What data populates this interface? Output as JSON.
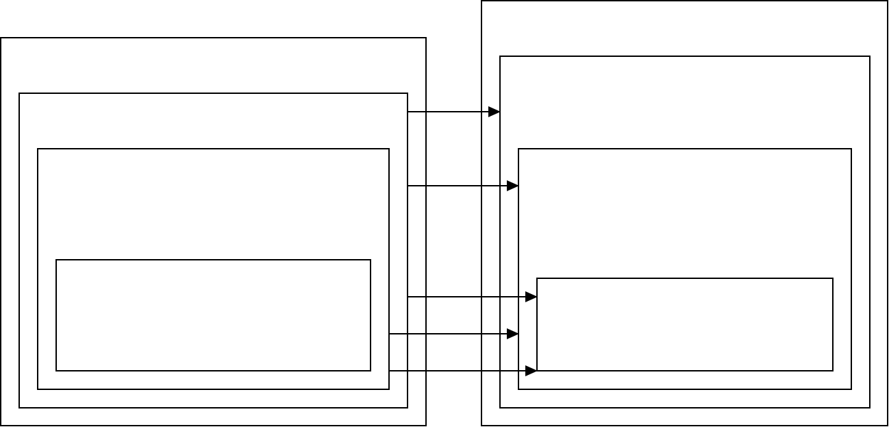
{
  "diagram": {
    "type": "nested-box-mapping",
    "colors": {
      "background": "#ffffff",
      "stroke": "#000000",
      "arrowhead": "#000000"
    },
    "left_group": {
      "boxes": [
        {
          "id": "L0",
          "label": ""
        },
        {
          "id": "L1",
          "label": ""
        },
        {
          "id": "L2",
          "label": ""
        },
        {
          "id": "L3",
          "label": ""
        }
      ]
    },
    "right_group": {
      "boxes": [
        {
          "id": "R0",
          "label": ""
        },
        {
          "id": "R1",
          "label": ""
        },
        {
          "id": "R2",
          "label": ""
        },
        {
          "id": "R3",
          "label": ""
        }
      ]
    },
    "connections": [
      {
        "from": "L1",
        "to": "R1"
      },
      {
        "from": "L1",
        "to": "R2"
      },
      {
        "from": "L1",
        "to": "R3"
      },
      {
        "from": "L2",
        "to": "R2"
      },
      {
        "from": "L2",
        "to": "R3"
      }
    ]
  }
}
